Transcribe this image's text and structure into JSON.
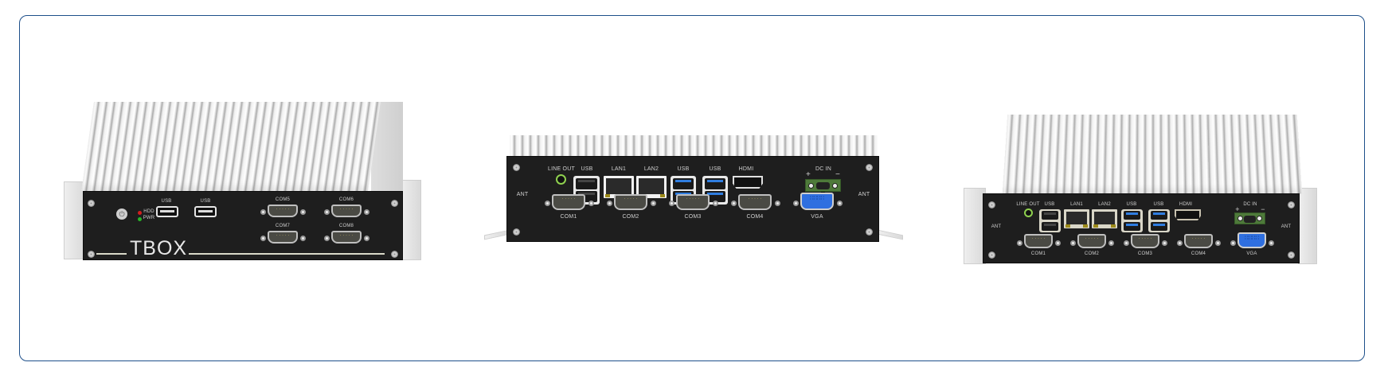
{
  "frame": {
    "border_color": "#1d4f8a"
  },
  "devices": [
    {
      "view": "front-angled",
      "brand": "TBOX",
      "labels": {
        "usb1": "USB",
        "usb2": "USB",
        "com5": "COM5",
        "com6": "COM6",
        "com7": "COM7",
        "com8": "COM8",
        "hdd": "HDD",
        "pwr": "PWR"
      },
      "power_icon": "⏻"
    },
    {
      "view": "rear-flat",
      "labels": {
        "line_out": "LINE OUT",
        "usb_a": "USB",
        "lan1": "LAN1",
        "lan2": "LAN2",
        "usb_b": "USB",
        "usb_c": "USB",
        "hdmi": "HDMI",
        "dc_in": "DC IN",
        "plus": "+",
        "minus": "−",
        "ant_left": "ANT",
        "ant_right": "ANT",
        "com1": "COM1",
        "com2": "COM2",
        "com3": "COM3",
        "com4": "COM4",
        "vga": "VGA"
      }
    },
    {
      "view": "rear-angled",
      "labels": {
        "line_out": "LINE OUT",
        "usb_a": "USB",
        "lan1": "LAN1",
        "lan2": "LAN2",
        "usb_b": "USB",
        "usb_c": "USB",
        "hdmi": "HDMI",
        "dc_in": "DC IN",
        "plus": "+",
        "minus": "−",
        "ant_left": "ANT",
        "ant_right": "ANT",
        "com1": "COM1",
        "com2": "COM2",
        "com3": "COM3",
        "com4": "COM4",
        "vga": "VGA"
      }
    }
  ]
}
